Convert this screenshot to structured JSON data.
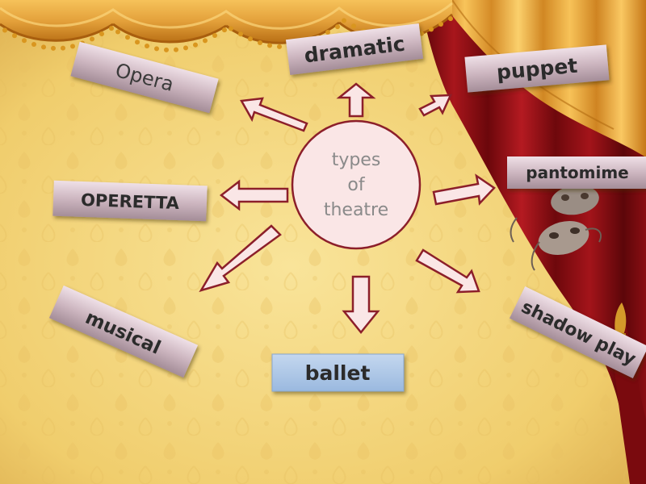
{
  "center": {
    "lines": [
      "types",
      "of",
      "theatre"
    ]
  },
  "labels": {
    "opera": "Opera",
    "dramatic": "dramatic",
    "puppet": "puppet",
    "operetta": "OPERETTA",
    "pantomime": "pantomime",
    "musical": "musical",
    "ballet": "ballet",
    "shadow_play": "shadow play"
  },
  "colors": {
    "background": "#f2d479",
    "curtain_gold": "#e8a43a",
    "curtain_red": "#8e0f14",
    "circle_fill": "#fae6e6",
    "arrow_stroke": "#8c1f2a",
    "label_mauve": "#c9b3bd",
    "ballet_blue": "#a9c4e4"
  },
  "icons": [
    "theatre-masks-icon"
  ]
}
